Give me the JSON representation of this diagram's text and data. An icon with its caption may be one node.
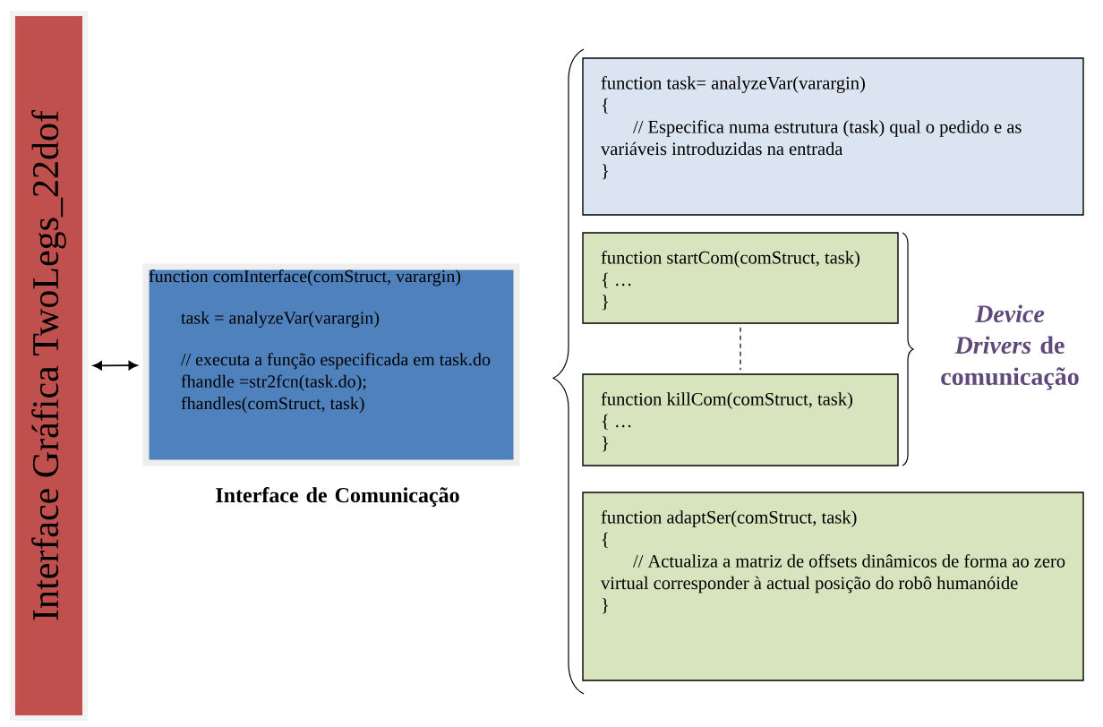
{
  "diagram": {
    "nodes": [
      {
        "text": [
          "Interface Gráfica TwoLegs_22dof"
        ]
      },
      {
        "text": [
          "function comInterface(comStruct, varargin)",
          "task = analyzeVar(varargin)",
          "// executa a função especificada em task.do",
          "fhandle =str2fcn(task.do);",
          "fhandles(comStruct, task)"
        ]
      },
      {
        "text": [
          "function task= analyzeVar(varargin)",
          "{",
          "// Especifica numa estrutura (task) qual o pedido e as variáveis introduzidas na entrada",
          "}"
        ]
      },
      {
        "text": [
          "function startCom(comStruct, task)",
          "{ …",
          "}"
        ]
      },
      {
        "text": [
          "function killCom(comStruct, task)",
          "{ …",
          "}"
        ]
      },
      {
        "text": [
          "function adaptSer(comStruct, task)",
          "{",
          "// Actualiza a matriz de offsets dinâmicos de forma ao zero virtual corresponder à actual posição do robô humanóide",
          "}"
        ]
      }
    ],
    "edges": [
      {
        "from": 0,
        "to": 1,
        "arrow": "both"
      },
      {
        "from": 3,
        "to": 4,
        "arrow": "none",
        "style": "dashed"
      }
    ],
    "labels": [
      "Interface de Comunicação",
      "*Device Drivers* de comunicação"
    ]
  }
}
